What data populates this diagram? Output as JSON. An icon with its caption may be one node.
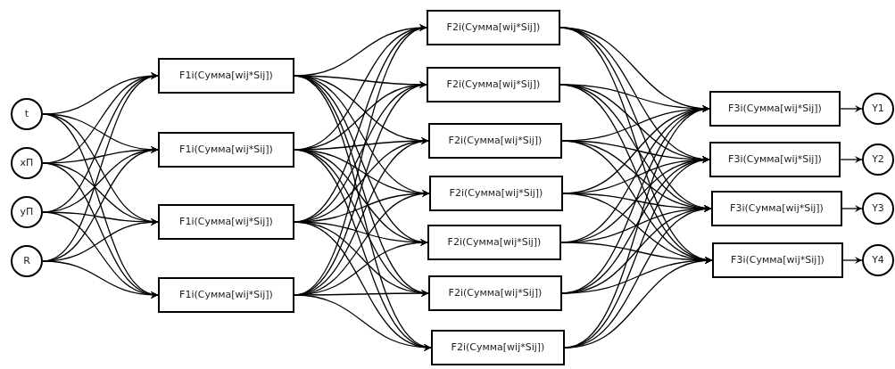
{
  "diagram": {
    "nodes": [
      {
        "text": [
          "t"
        ]
      },
      {
        "text": [
          "xП"
        ]
      },
      {
        "text": [
          "yП"
        ]
      },
      {
        "text": [
          "R"
        ]
      },
      {
        "text": [
          "F1i(Сумма[wij*Sij])"
        ]
      },
      {
        "text": [
          "F1i(Сумма[wij*Sij])"
        ]
      },
      {
        "text": [
          "F1i(Сумма[wij*Sij])"
        ]
      },
      {
        "text": [
          "F1i(Сумма[wij*Sij])"
        ]
      },
      {
        "text": [
          "F2i(Сумма[wij*Sij])"
        ]
      },
      {
        "text": [
          "F2i(Сумма[wij*Sij])"
        ]
      },
      {
        "text": [
          "F2i(Сумма[wij*Sij])"
        ]
      },
      {
        "text": [
          "F2i(Сумма[wij*Sij])"
        ]
      },
      {
        "text": [
          "F2i(Сумма[wij*Sij])"
        ]
      },
      {
        "text": [
          "F2i(Сумма[wij*Sij])"
        ]
      },
      {
        "text": [
          "F2i(Сумма[wij*Sij])"
        ]
      },
      {
        "text": [
          "F3i(Сумма[wij*Sij])"
        ]
      },
      {
        "text": [
          "F3i(Сумма[wij*Sij])"
        ]
      },
      {
        "text": [
          "F3i(Сумма[wij*Sij])"
        ]
      },
      {
        "text": [
          "F3i(Сумма[wij*Sij])"
        ]
      },
      {
        "text": [
          "Y1"
        ]
      },
      {
        "text": [
          "Y2"
        ]
      },
      {
        "text": [
          "Y3"
        ]
      },
      {
        "text": [
          "Y4"
        ]
      }
    ],
    "edges": [
      {
        "from": 0,
        "to": 4,
        "arrow": "to"
      },
      {
        "from": 0,
        "to": 5,
        "arrow": "to"
      },
      {
        "from": 0,
        "to": 6,
        "arrow": "to"
      },
      {
        "from": 0,
        "to": 7,
        "arrow": "to"
      },
      {
        "from": 1,
        "to": 4,
        "arrow": "to"
      },
      {
        "from": 1,
        "to": 5,
        "arrow": "to"
      },
      {
        "from": 1,
        "to": 6,
        "arrow": "to"
      },
      {
        "from": 1,
        "to": 7,
        "arrow": "to"
      },
      {
        "from": 2,
        "to": 4,
        "arrow": "to"
      },
      {
        "from": 2,
        "to": 5,
        "arrow": "to"
      },
      {
        "from": 2,
        "to": 6,
        "arrow": "to"
      },
      {
        "from": 2,
        "to": 7,
        "arrow": "to"
      },
      {
        "from": 3,
        "to": 4,
        "arrow": "to"
      },
      {
        "from": 3,
        "to": 5,
        "arrow": "to"
      },
      {
        "from": 3,
        "to": 6,
        "arrow": "to"
      },
      {
        "from": 3,
        "to": 7,
        "arrow": "to"
      },
      {
        "from": 4,
        "to": 8,
        "arrow": "to"
      },
      {
        "from": 4,
        "to": 9,
        "arrow": "to"
      },
      {
        "from": 4,
        "to": 10,
        "arrow": "to"
      },
      {
        "from": 4,
        "to": 11,
        "arrow": "to"
      },
      {
        "from": 4,
        "to": 12,
        "arrow": "to"
      },
      {
        "from": 4,
        "to": 13,
        "arrow": "to"
      },
      {
        "from": 4,
        "to": 14,
        "arrow": "to"
      },
      {
        "from": 5,
        "to": 8,
        "arrow": "to"
      },
      {
        "from": 5,
        "to": 9,
        "arrow": "to"
      },
      {
        "from": 5,
        "to": 10,
        "arrow": "to"
      },
      {
        "from": 5,
        "to": 11,
        "arrow": "to"
      },
      {
        "from": 5,
        "to": 12,
        "arrow": "to"
      },
      {
        "from": 5,
        "to": 13,
        "arrow": "to"
      },
      {
        "from": 5,
        "to": 14,
        "arrow": "to"
      },
      {
        "from": 6,
        "to": 8,
        "arrow": "to"
      },
      {
        "from": 6,
        "to": 9,
        "arrow": "to"
      },
      {
        "from": 6,
        "to": 10,
        "arrow": "to"
      },
      {
        "from": 6,
        "to": 11,
        "arrow": "to"
      },
      {
        "from": 6,
        "to": 12,
        "arrow": "to"
      },
      {
        "from": 6,
        "to": 13,
        "arrow": "to"
      },
      {
        "from": 6,
        "to": 14,
        "arrow": "to"
      },
      {
        "from": 7,
        "to": 8,
        "arrow": "to"
      },
      {
        "from": 7,
        "to": 9,
        "arrow": "to"
      },
      {
        "from": 7,
        "to": 10,
        "arrow": "to"
      },
      {
        "from": 7,
        "to": 11,
        "arrow": "to"
      },
      {
        "from": 7,
        "to": 12,
        "arrow": "to"
      },
      {
        "from": 7,
        "to": 13,
        "arrow": "to"
      },
      {
        "from": 7,
        "to": 14,
        "arrow": "to"
      },
      {
        "from": 8,
        "to": 15,
        "arrow": "to"
      },
      {
        "from": 8,
        "to": 16,
        "arrow": "to"
      },
      {
        "from": 8,
        "to": 17,
        "arrow": "to"
      },
      {
        "from": 8,
        "to": 18,
        "arrow": "to"
      },
      {
        "from": 9,
        "to": 15,
        "arrow": "to"
      },
      {
        "from": 9,
        "to": 16,
        "arrow": "to"
      },
      {
        "from": 9,
        "to": 17,
        "arrow": "to"
      },
      {
        "from": 9,
        "to": 18,
        "arrow": "to"
      },
      {
        "from": 10,
        "to": 15,
        "arrow": "to"
      },
      {
        "from": 10,
        "to": 16,
        "arrow": "to"
      },
      {
        "from": 10,
        "to": 17,
        "arrow": "to"
      },
      {
        "from": 10,
        "to": 18,
        "arrow": "to"
      },
      {
        "from": 11,
        "to": 15,
        "arrow": "to"
      },
      {
        "from": 11,
        "to": 16,
        "arrow": "to"
      },
      {
        "from": 11,
        "to": 17,
        "arrow": "to"
      },
      {
        "from": 11,
        "to": 18,
        "arrow": "to"
      },
      {
        "from": 12,
        "to": 15,
        "arrow": "to"
      },
      {
        "from": 12,
        "to": 16,
        "arrow": "to"
      },
      {
        "from": 12,
        "to": 17,
        "arrow": "to"
      },
      {
        "from": 12,
        "to": 18,
        "arrow": "to"
      },
      {
        "from": 13,
        "to": 15,
        "arrow": "to"
      },
      {
        "from": 13,
        "to": 16,
        "arrow": "to"
      },
      {
        "from": 13,
        "to": 17,
        "arrow": "to"
      },
      {
        "from": 13,
        "to": 18,
        "arrow": "to"
      },
      {
        "from": 14,
        "to": 15,
        "arrow": "to"
      },
      {
        "from": 14,
        "to": 16,
        "arrow": "to"
      },
      {
        "from": 14,
        "to": 17,
        "arrow": "to"
      },
      {
        "from": 14,
        "to": 18,
        "arrow": "to"
      },
      {
        "from": 15,
        "to": 19,
        "arrow": "to"
      },
      {
        "from": 16,
        "to": 20,
        "arrow": "to"
      },
      {
        "from": 17,
        "to": 21,
        "arrow": "to"
      },
      {
        "from": 18,
        "to": 22,
        "arrow": "to"
      }
    ]
  }
}
